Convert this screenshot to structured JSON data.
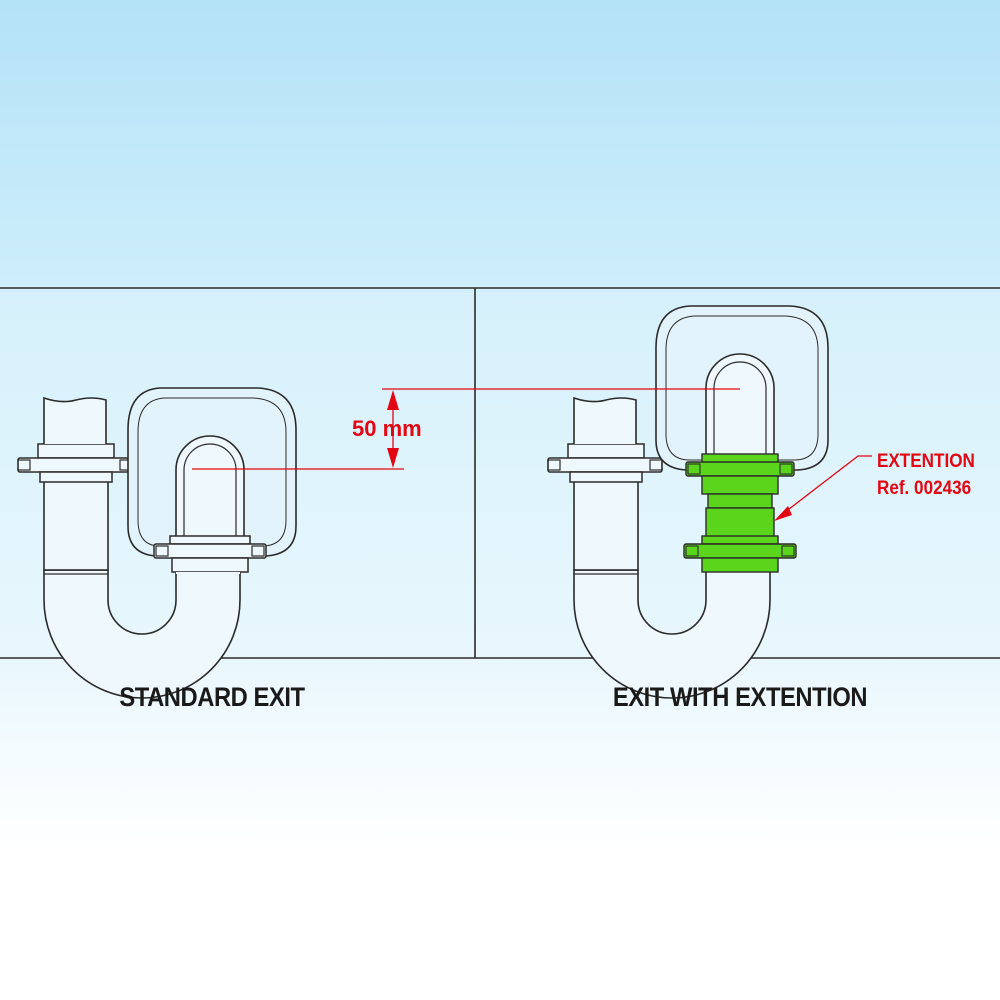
{
  "captions": {
    "standard": "STANDARD EXIT",
    "extension": "EXIT WITH EXTENTION"
  },
  "dimension": {
    "label": "50 mm"
  },
  "callout": {
    "name": "EXTENTION",
    "reference": "Ref. 002436"
  },
  "colors": {
    "sky_top": "#b4e2f7",
    "accent_red": "#e30613",
    "extension_green": "#5bd51c",
    "line": "#2b2b2b",
    "caption_text": "#1a1a1a"
  }
}
